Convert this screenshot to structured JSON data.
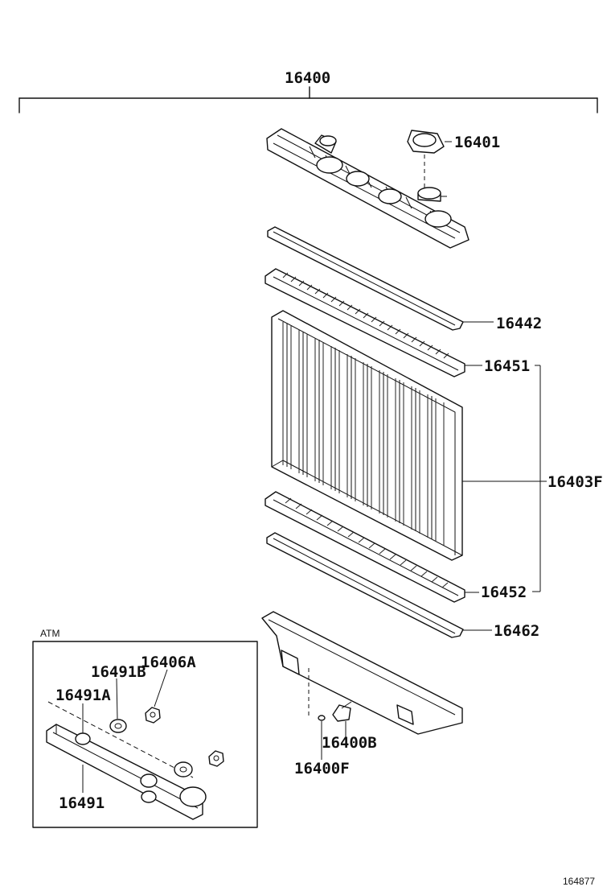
{
  "labels": {
    "assembly": "16400",
    "cap": "16401",
    "gasket_upper": "16442",
    "upper_plate": "16451",
    "core": "16403F",
    "lower_plate": "16452",
    "gasket_lower": "16462",
    "drain_cock": "16400B",
    "drain_plug": "16400F",
    "atm_nut": "16406A",
    "atm_washer": "16491B",
    "atm_bolt": "16491A",
    "atm_cooler": "16491"
  },
  "inset_title": "ATM",
  "figure_id": "164877"
}
